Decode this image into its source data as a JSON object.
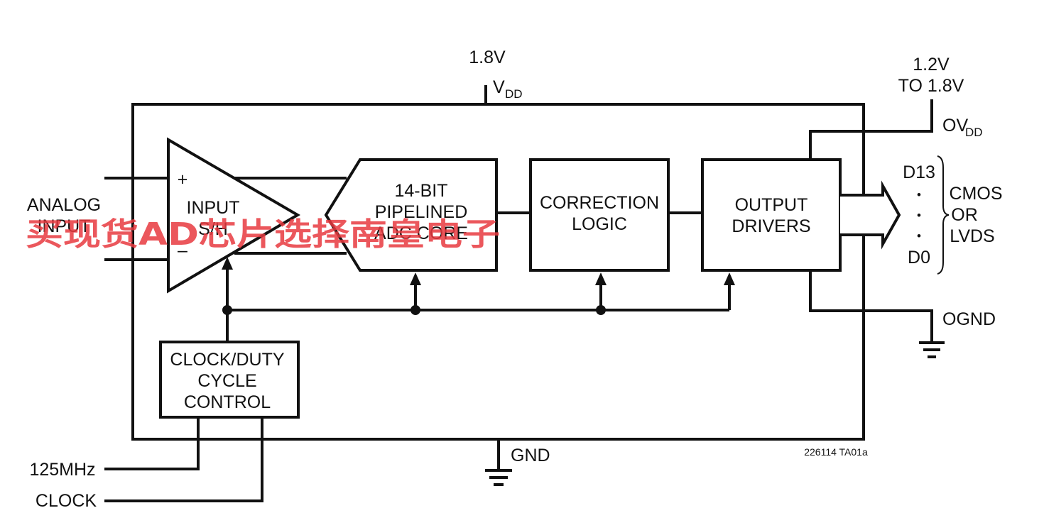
{
  "supply": {
    "vdd_voltage": "1.8V",
    "vdd_label": "V",
    "vdd_sub": "DD",
    "ovdd_voltage_line1": "1.2V",
    "ovdd_voltage_line2": "TO 1.8V",
    "ovdd_label": "OV",
    "ovdd_sub": "DD",
    "gnd_label": "GND",
    "ognd_label": "OGND"
  },
  "inputs": {
    "analog_line1": "ANALOG",
    "analog_line2": "INPUT",
    "plus": "+",
    "minus": "–",
    "clock_line1": "125MHz",
    "clock_line2": "CLOCK"
  },
  "blocks": {
    "sh_line1": "INPUT",
    "sh_line2": "S/H",
    "adc_line1": "14-BIT",
    "adc_line2": "PIPELINED",
    "adc_line3": "ADC CORE",
    "correction_line1": "CORRECTION",
    "correction_line2": "LOGIC",
    "output_line1": "OUTPUT",
    "output_line2": "DRIVERS",
    "clock_line1": "CLOCK/DUTY",
    "clock_line2": "CYCLE",
    "clock_line3": "CONTROL"
  },
  "outputs": {
    "msb": "D13",
    "dot": "•",
    "lsb": "D0",
    "format_line1": "CMOS",
    "format_line2": "OR",
    "format_line3": "LVDS"
  },
  "figure_id": "226114 TA01a",
  "watermark": "买现货AD芯片选择南皇电子"
}
